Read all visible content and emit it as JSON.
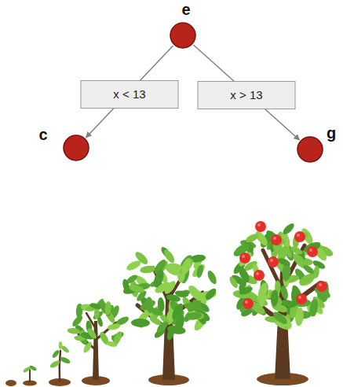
{
  "diagram": {
    "nodes": [
      {
        "text": [
          "e"
        ]
      },
      {
        "text": [
          "c"
        ]
      },
      {
        "text": [
          "g"
        ]
      }
    ],
    "edges": [
      {
        "from": 0,
        "to": 1,
        "label": "x < 13",
        "arrow": "to"
      },
      {
        "from": 0,
        "to": 2,
        "label": "x > 13",
        "arrow": "to"
      }
    ]
  }
}
